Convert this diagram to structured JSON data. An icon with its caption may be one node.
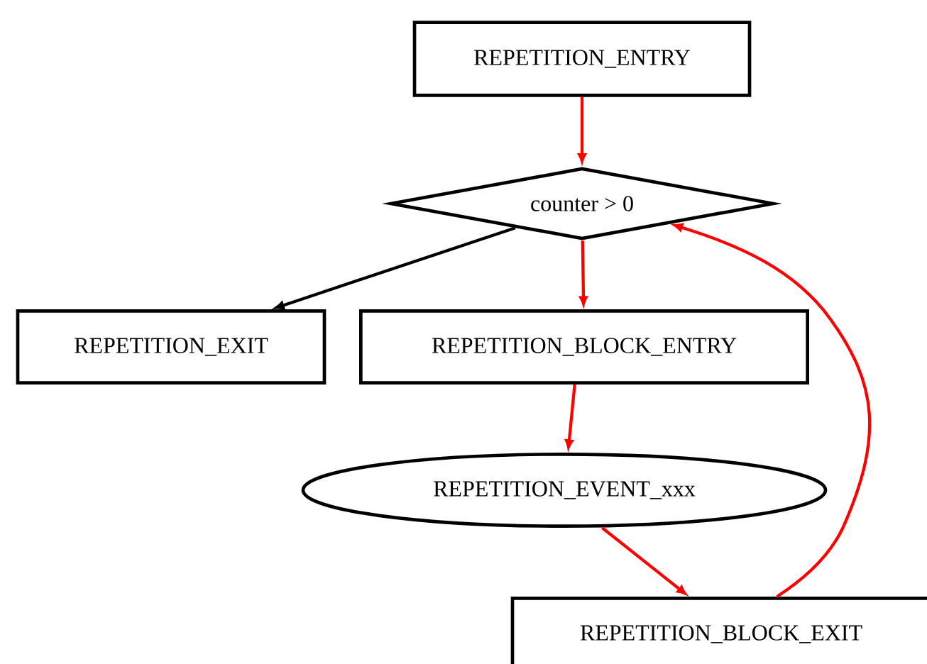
{
  "diagram": {
    "nodes": [
      {
        "text": [
          "REPETITION_ENTRY"
        ]
      },
      {
        "text": [
          "counter > 0"
        ]
      },
      {
        "text": [
          "REPETITION_EXIT"
        ]
      },
      {
        "text": [
          "REPETITION_BLOCK_ENTRY"
        ]
      },
      {
        "text": [
          "REPETITION_EVENT_xxx"
        ]
      },
      {
        "text": [
          "REPETITION_BLOCK_EXIT"
        ]
      }
    ],
    "edges": [
      {
        "from": 0,
        "to": 1,
        "arrow": "to"
      },
      {
        "from": 1,
        "to": 2,
        "arrow": "to",
        "color": "#000000"
      },
      {
        "from": 1,
        "to": 3,
        "arrow": "to"
      },
      {
        "from": 3,
        "to": 4,
        "arrow": "to"
      },
      {
        "from": 4,
        "to": 5,
        "arrow": "to"
      },
      {
        "from": 5,
        "to": 1,
        "arrow": "to"
      }
    ]
  }
}
